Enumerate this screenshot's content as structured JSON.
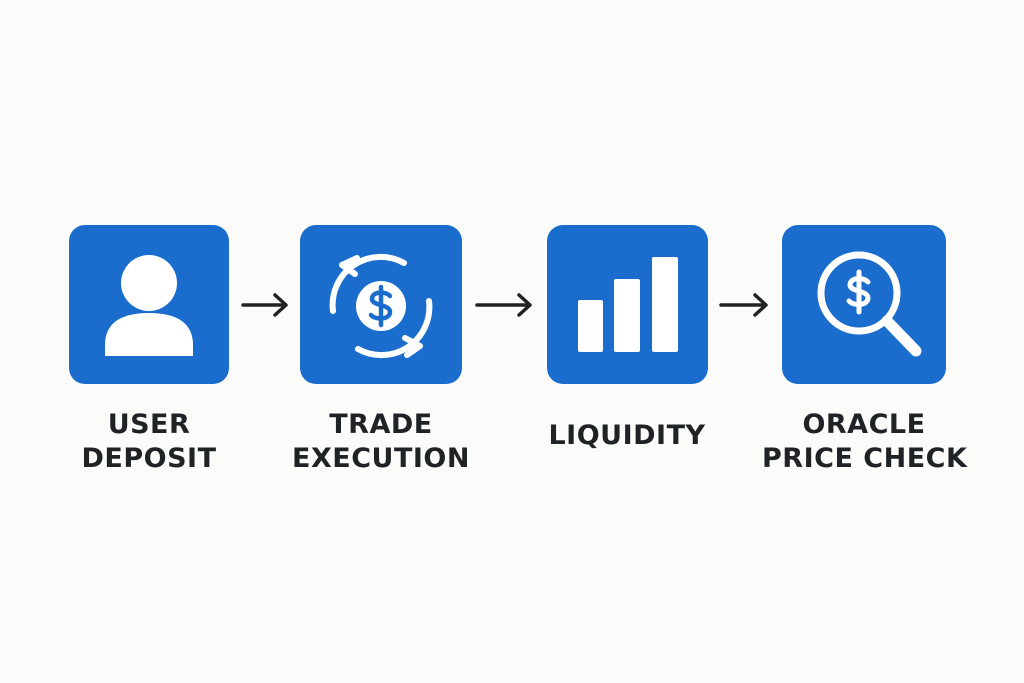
{
  "colors": {
    "tile_fill": "#1a6dcc",
    "icon_fill": "#ffffff",
    "arrow": "#222222",
    "label_text": "#1f2326",
    "background": "#fbfbfa"
  },
  "steps": [
    {
      "icon": "user-icon",
      "label_lines": [
        "USER",
        "DEPOSIT"
      ]
    },
    {
      "icon": "dollar-exchange-cycle-icon",
      "label_lines": [
        "TRADE",
        "EXECUTION"
      ]
    },
    {
      "icon": "bar-chart-icon",
      "label_lines": [
        "LIQUIDITY"
      ]
    },
    {
      "icon": "dollar-magnifier-icon",
      "label_lines": [
        "ORACLE",
        "PRICE CHECK"
      ]
    }
  ],
  "connectors": [
    {
      "icon": "arrow-right-icon"
    },
    {
      "icon": "arrow-right-icon"
    },
    {
      "icon": "arrow-right-icon"
    }
  ]
}
